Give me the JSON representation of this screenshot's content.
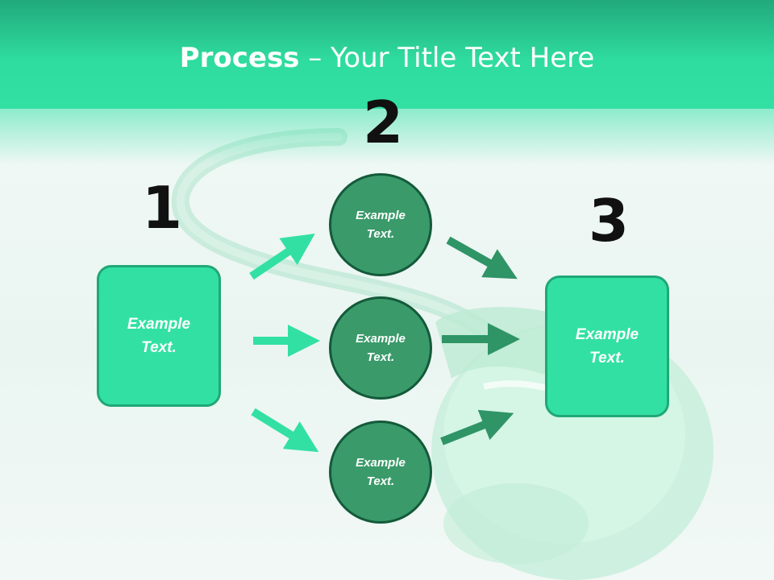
{
  "slide": {
    "title_bold": "Process",
    "title_rest": " – Your Title Text Here"
  },
  "steps": [
    {
      "number": "1",
      "text": "Example Text."
    },
    {
      "number": "2",
      "text": "Example Text."
    },
    {
      "number": "3",
      "text": "Example Text."
    }
  ],
  "circles": [
    {
      "text": "Example Text."
    },
    {
      "text": "Example Text."
    },
    {
      "text": "Example Text."
    }
  ],
  "colors": {
    "header": "#2fdc9f",
    "box_fill": "#33e0a4",
    "circle_fill": "#3a9a6a",
    "arrow_light": "#33e0a4",
    "arrow_dark": "#2f9466"
  },
  "background_image": "computer-mouse-with-cable"
}
